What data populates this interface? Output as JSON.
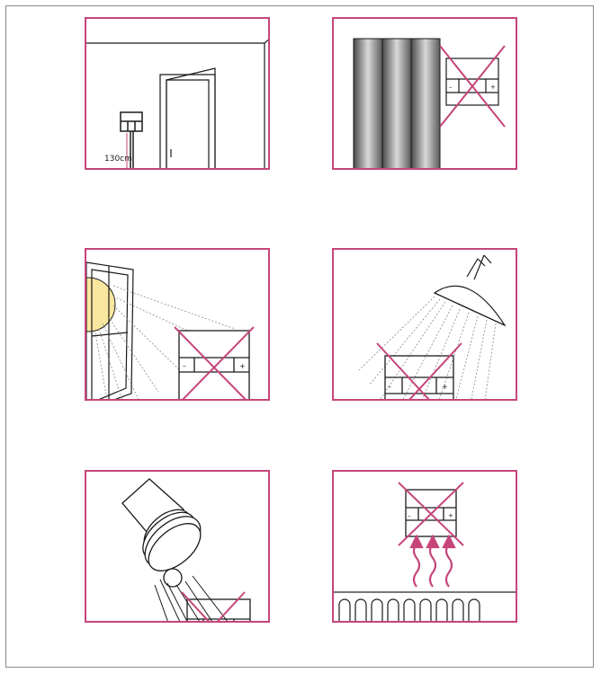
{
  "panels": [
    {
      "id": "door-mounting",
      "label": "130cm"
    },
    {
      "id": "curtain-obstruction"
    },
    {
      "id": "window-sunlight"
    },
    {
      "id": "shower-water"
    },
    {
      "id": "lamp-heat"
    },
    {
      "id": "radiator-heat"
    }
  ],
  "thermostat": {
    "minus": "–",
    "plus": "+"
  },
  "colors": {
    "accent": "#c5457a",
    "line": "#1a1a1a",
    "sun": "#f9e79f"
  }
}
